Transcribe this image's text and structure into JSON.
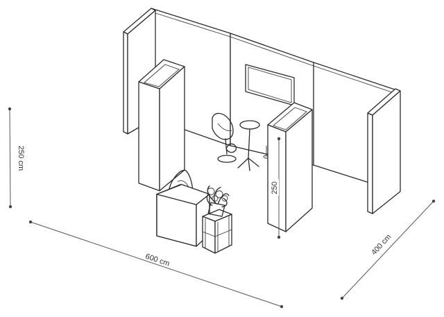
{
  "dimensions": {
    "height_left": "250 cm",
    "width": "600 cm",
    "depth": "400 cm",
    "height_pillar": "250"
  }
}
